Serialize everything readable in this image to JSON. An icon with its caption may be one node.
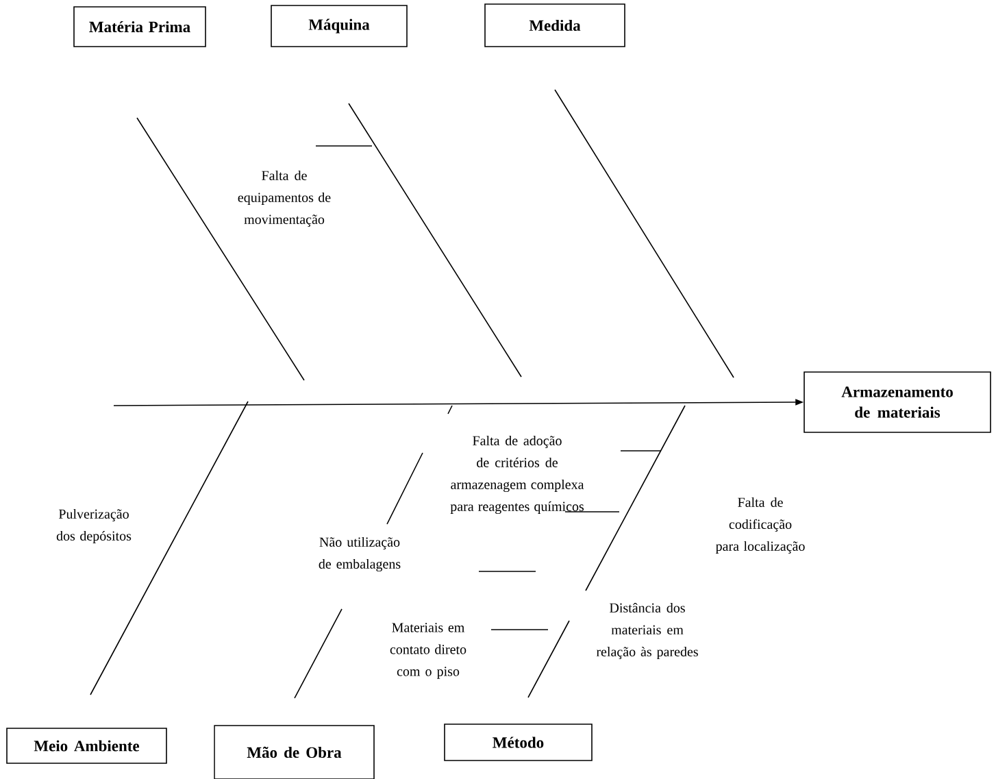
{
  "diagram": {
    "nodes": [
      {
        "text": [
          "Matéria Prima"
        ]
      },
      {
        "text": [
          "Máquina"
        ]
      },
      {
        "text": [
          "Medida"
        ]
      },
      {
        "text": [
          "Armazenamento de materiais"
        ]
      },
      {
        "text": [
          "Meio Ambiente"
        ]
      },
      {
        "text": [
          "Mão de Obra"
        ]
      },
      {
        "text": [
          "Método"
        ]
      }
    ],
    "edges": [
      {
        "from": null,
        "to": 3,
        "arrow": "to"
      }
    ],
    "labels": [
      "Falta de equipamentos de movimentação",
      "Falta de adoção de critérios de armazenagem complexa para reagentes químicos",
      "Pulverização dos depósitos",
      "Falta de codificação para localização",
      "Não utilização de embalagens",
      "Materiais em contato direto com o piso",
      "Distância dos materiais em relação às paredes"
    ]
  }
}
